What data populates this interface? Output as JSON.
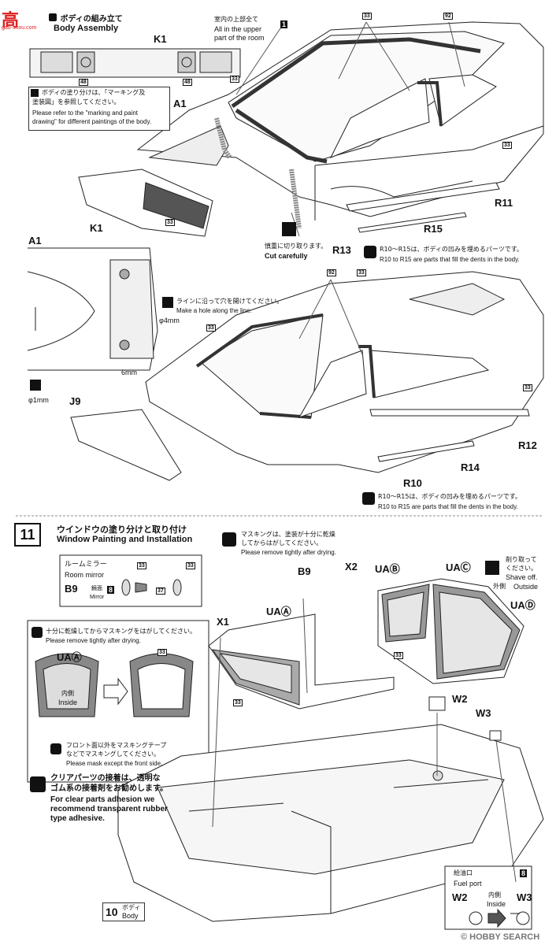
{
  "header": {
    "logo_text": "高",
    "logo_sub": "gao-shou.com",
    "step10_jp": "ボディの組み立て",
    "step10_en": "Body Assembly"
  },
  "parts": {
    "k1_top": "K1",
    "a1_top": "A1",
    "k1_front": "K1",
    "a1_left": "A1",
    "j9": "J9",
    "r11": "R11",
    "r15": "R15",
    "r13": "R13",
    "r12": "R12",
    "r14": "R14",
    "r10": "R10",
    "x1": "X1",
    "x2": "X2",
    "uaa": "UAⒶ",
    "uab": "UAⒷ",
    "uac": "UAⒸ",
    "uad": "UAⒹ",
    "b9": "B9",
    "w2": "W2",
    "w3": "W3",
    "uaa_box": "UAⒶ"
  },
  "refs": {
    "r48a": "48",
    "r48b": "48",
    "r33": "33",
    "r92": "92",
    "r1": "1",
    "r8": "8",
    "r37": "37",
    "r10": "10"
  },
  "notes": {
    "interior_jp": "室内の上部全て",
    "interior_en1": "All in the upper",
    "interior_en2": "part of the room",
    "paint_jp1": "ボディの塗り分けは、「マーキング及",
    "paint_jp2": "塗装図」を参照してください。",
    "paint_en1": "Please refer to the \"marking and paint",
    "paint_en2": "drawing\" for different paintings of the body.",
    "cut_jp": "慎重に切り取ります。",
    "cut_en": "Cut carefully",
    "dents_jp1": "R10～R15は、ボディの凹みを埋めるパーツです。",
    "dents_en1": "R10 to R15 are parts that fill the dents in the body.",
    "hole_jp": "ラインに沿って穴を開けてください。",
    "hole_en": "Make a hole along the line.",
    "d4": "φ4mm",
    "d1": "φ1mm",
    "mm6": "6mm",
    "dents_jp2": "R10～R15は、ボディの凹みを埋めるパーツです。",
    "dents_en2": "R10 to R15 are parts that fill the dents in the body.",
    "mask_jp1": "マスキングは、塗装が十分に乾燥",
    "mask_jp2": "してからはがしてください。",
    "mask_en": "Please remove tightly after drying.",
    "mirror_jp": "ルームミラー",
    "mirror_en": "Room mirror",
    "mirror_label_jp": "鏡面",
    "mirror_label_en": "Mirror",
    "shave_jp1": "削り取って",
    "shave_jp2": "ください。",
    "shave_en1": "Shave off.",
    "shave_jp3": "外側",
    "shave_en2": "Outside",
    "dry_jp": "十分に乾燥してからマスキングをはがしてください。",
    "dry_en": "Please remove tightly after drying.",
    "inside_jp": "内側",
    "inside_en": "Inside",
    "front_jp1": "フロント面以外をマスキングテープ",
    "front_jp2": "などでマスキングしてください。",
    "front_en": "Please mask except the front side.",
    "clear_jp1": "クリアパーツの接着は、透明な",
    "clear_jp2": "ゴム系の接着剤をお勧めします。",
    "clear_en1": "For clear parts adhesion we",
    "clear_en2": "recommend transparent rubber",
    "clear_en3": "type adhesive.",
    "fuel_jp": "給油口",
    "fuel_en": "Fuel port",
    "fuel_inside_jp": "内側",
    "fuel_inside_en": "Inside",
    "body_jp": "ボディ",
    "body_en": "Body"
  },
  "step11": {
    "number": "11",
    "title_jp": "ウインドウの塗り分けと取り付け",
    "title_en": "Window Painting and Installation"
  },
  "footer": {
    "watermark": "© HOBBY SEARCH"
  }
}
